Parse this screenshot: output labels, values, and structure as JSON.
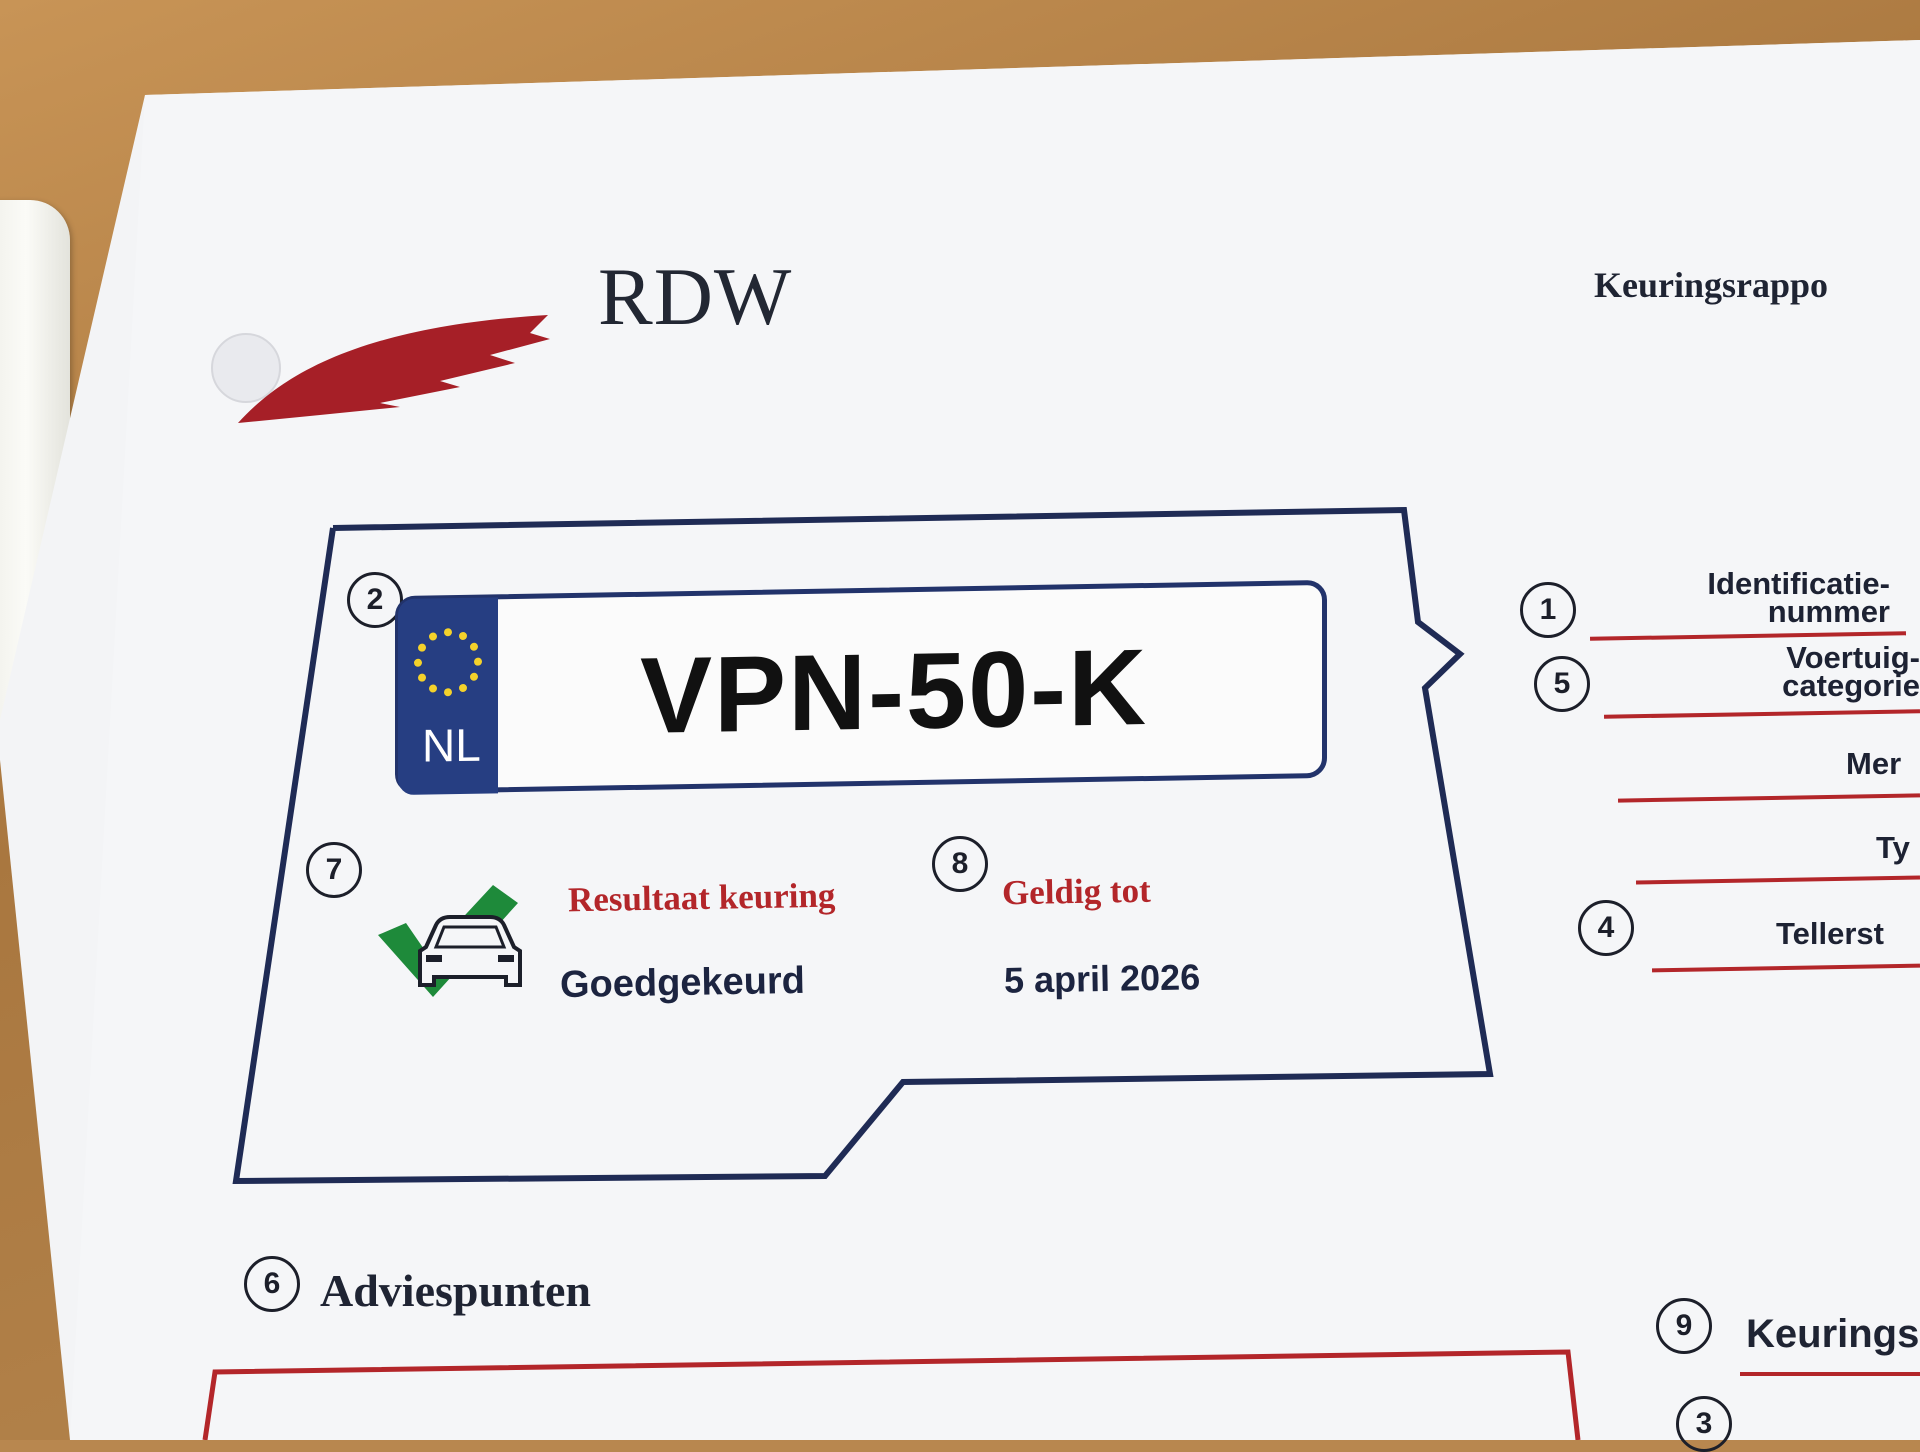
{
  "header": {
    "brand": "RDW",
    "report_title": "Keuringsrappo"
  },
  "plate": {
    "country": "NL",
    "registration": "VPN-50-K"
  },
  "numbers": {
    "n1": "1",
    "n2": "2",
    "n3": "3",
    "n4": "4",
    "n5": "5",
    "n6": "6",
    "n7": "7",
    "n8": "8",
    "n9": "9"
  },
  "fields": {
    "identificatie_line1": "Identificatie-",
    "identificatie_line2": "nummer",
    "voertuig_line1": "Voertuig-",
    "voertuig_line2": "categorie",
    "merk": "Mer",
    "type": "Ty",
    "tellerstand": "Tellerst"
  },
  "result": {
    "label": "Resultaat keuring",
    "value": "Goedgekeurd",
    "icon": "car-checkmark-icon"
  },
  "validity": {
    "label": "Geldig tot",
    "value": "5 april 2026"
  },
  "sections": {
    "adviespunten": "Adviespunten",
    "keurings": "Keurings"
  },
  "colors": {
    "brand_red": "#b3262a",
    "navy": "#22336b",
    "check_green": "#1e8a3a"
  }
}
